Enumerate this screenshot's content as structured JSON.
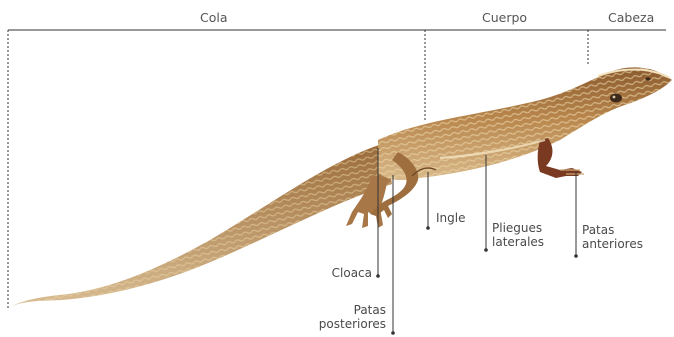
{
  "regions": {
    "tail": "Cola",
    "body": "Cuerpo",
    "head": "Cabeza"
  },
  "callouts": {
    "cloaca": "Cloaca",
    "hind_legs": [
      "Patas",
      "posteriores"
    ],
    "groin": "Ingle",
    "lateral_folds": [
      "Pliegues",
      "laterales"
    ],
    "front_legs": [
      "Patas",
      "anteriores"
    ]
  },
  "colors": {
    "line": "#333333",
    "label_text": "#4a4a4a",
    "lizard_body": "#b5824a",
    "lizard_pattern": "#e6cfa0",
    "lizard_dark": "#5a3a1e"
  }
}
